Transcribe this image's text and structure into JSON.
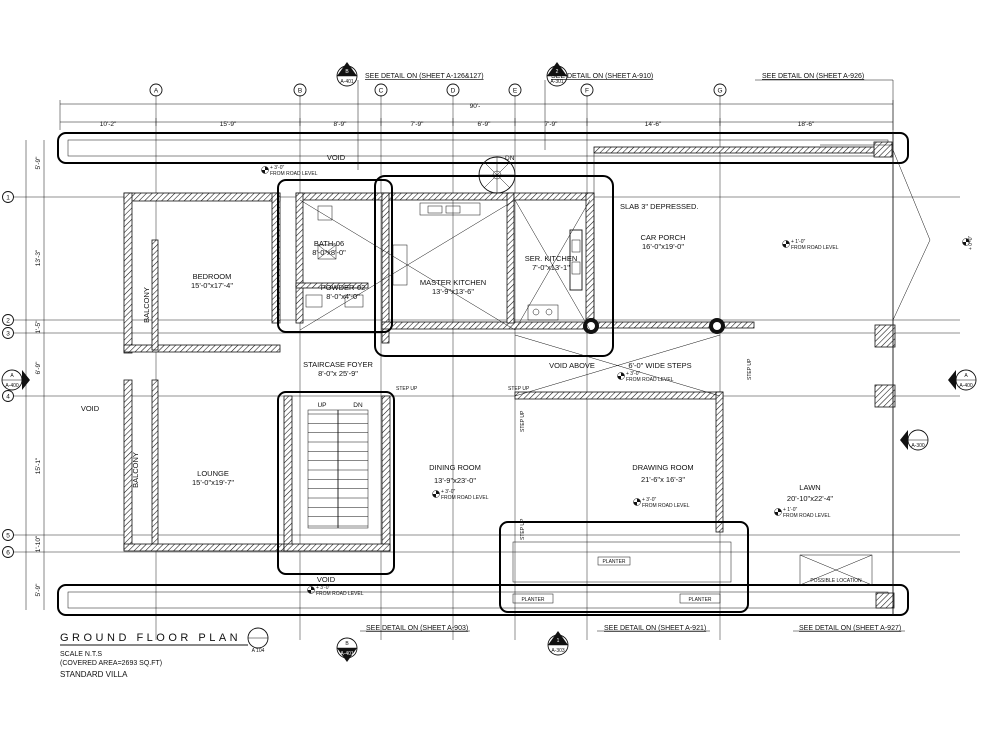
{
  "drawing": {
    "title": "GROUND FLOOR PLAN",
    "scale": "SCALE N.T.S",
    "covered_area": "(COVERED AREA=2693 SQ.FT)",
    "subtitle": "STANDARD VILLA",
    "title_marker": "A 104"
  },
  "grid_columns": [
    "A",
    "B",
    "C",
    "D",
    "E",
    "F",
    "G"
  ],
  "grid_rows": [
    "1",
    "2",
    "3",
    "4",
    "5",
    "6"
  ],
  "overall_dimension": "90'-",
  "top_dimensions": [
    "10'-2\"",
    "15'-9\"",
    "8'-9\"",
    "7'-9\"",
    "6'-9\"",
    "7'-9\"",
    "14'-6\"",
    "18'-6\""
  ],
  "left_dimensions": [
    "5'-9\"",
    "13'-3\"",
    "1'-5\"",
    "6'-9\"",
    "15'-1\"",
    "1'-10\"",
    "5'-9\""
  ],
  "rooms": {
    "bedroom": {
      "name": "BEDROOM",
      "size": "15'-0\"x17'-4\""
    },
    "bath": {
      "name": "BATH-06",
      "size": "8'-0\"x8'-0\""
    },
    "powder": {
      "name": "POWDER-02",
      "size": "8'-0\"x4'-0\""
    },
    "master_kitchen": {
      "name": "MASTER KITCHEN",
      "size": "13'-9\"x13'-6\""
    },
    "ser_kitchen": {
      "name": "SER. KITCHEN",
      "size": "7'-0\"x13'-1\""
    },
    "car_porch": {
      "name": "CAR PORCH",
      "size": "16'-0\"x19'-0\""
    },
    "staircase": {
      "name": "STAIRCASE FOYER",
      "size": "8'-0\"x 25'-9\""
    },
    "lounge": {
      "name": "LOUNGE",
      "size": "15'-0\"x19'-7\""
    },
    "dining": {
      "name": "DINING ROOM",
      "size": "13'-9\"x23'-0\""
    },
    "drawing_room": {
      "name": "DRAWING ROOM",
      "size": "21'-6\"x 16'-3\""
    },
    "lawn": {
      "name": "LAWN",
      "size": "20'-10\"x22'-4\""
    }
  },
  "labels": {
    "void": "VOID",
    "balcony": "BALCONY",
    "planter": "PLANTER",
    "slab": "SLAB 3\" DEPRESSED.",
    "void_above": "VOID ABOVE",
    "wide_steps": "6'-0\" WIDE STEPS",
    "step_up": "STEP UP",
    "up": "UP",
    "dn": "DN",
    "level_plus_3": "+ 3'-0\"",
    "level_plus_1": "+ 1'-0\"",
    "level_0": "+ 0'-0\"",
    "from_road": "FROM ROAD LEVEL",
    "possible_location": "POSSIBLE LOCATION"
  },
  "detail_refs": {
    "top1": "SEE DETAIL ON (SHEET A-126&127)",
    "top2": "SEE DETAIL ON (SHEET A-910)",
    "top3": "SEE DETAIL ON (SHEET A-926)",
    "bot1": "SEE DETAIL ON (SHEET A-903)",
    "bot2": "SEE DETAIL ON (SHEET A-921)",
    "bot3": "SEE DETAIL ON (SHEET A-927)"
  },
  "section_markers": {
    "s_top_b": {
      "num": "B",
      "sheet": "A-401"
    },
    "s_top_2": {
      "num": "2",
      "sheet": "A-301"
    },
    "s_bot_b": {
      "num": "B",
      "sheet": "A-401"
    },
    "s_bot_1": {
      "num": "1",
      "sheet": "A-303"
    },
    "s_left": {
      "num": "A",
      "sheet": "A-400"
    },
    "s_right": {
      "num": "A",
      "sheet": "A-400"
    },
    "s_right2": {
      "num": "",
      "sheet": "A-300"
    }
  }
}
